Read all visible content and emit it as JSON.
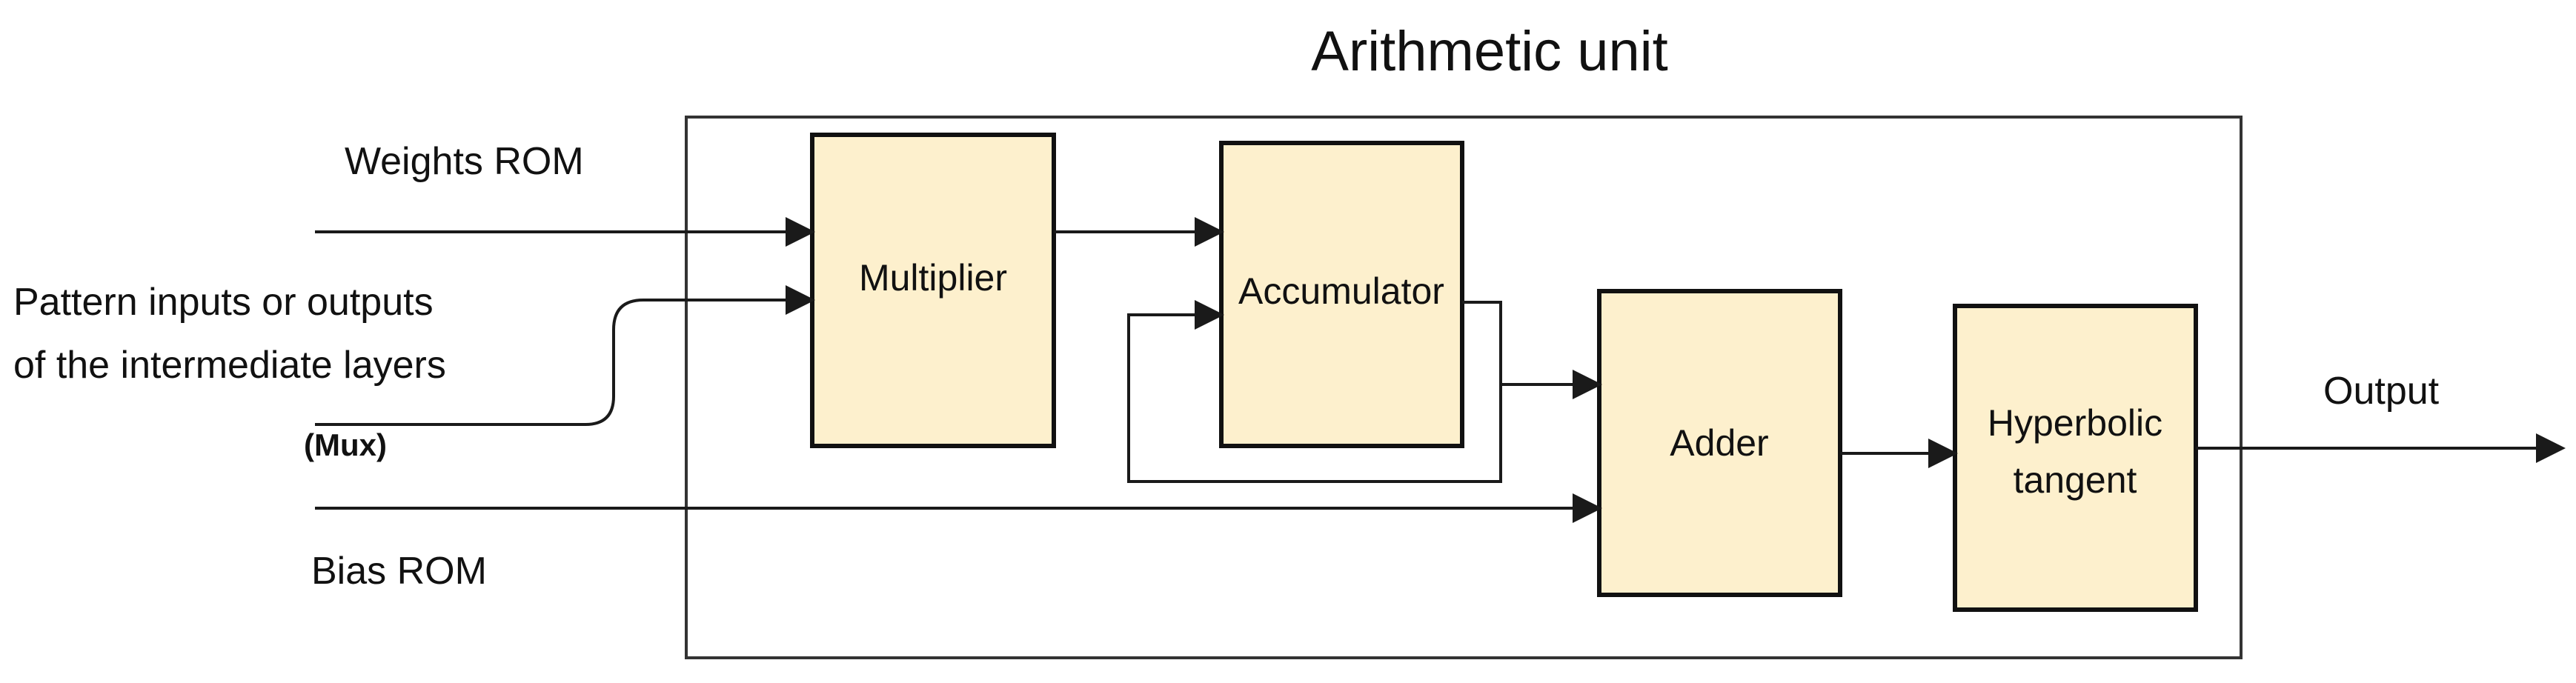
{
  "title": "Arithmetic unit",
  "inputs": {
    "weights": "Weights ROM",
    "pattern_line1": "Pattern inputs or outputs",
    "pattern_line2": "of the intermediate layers",
    "mux": "(Mux)",
    "bias": "Bias ROM"
  },
  "blocks": {
    "multiplier": "Multiplier",
    "accumulator": "Accumulator",
    "adder": "Adder",
    "tanh_line1": "Hyperbolic",
    "tanh_line2": "tangent"
  },
  "output": "Output",
  "colors": {
    "block_fill": "#fdf0cd",
    "line": "#1a1a1a"
  }
}
